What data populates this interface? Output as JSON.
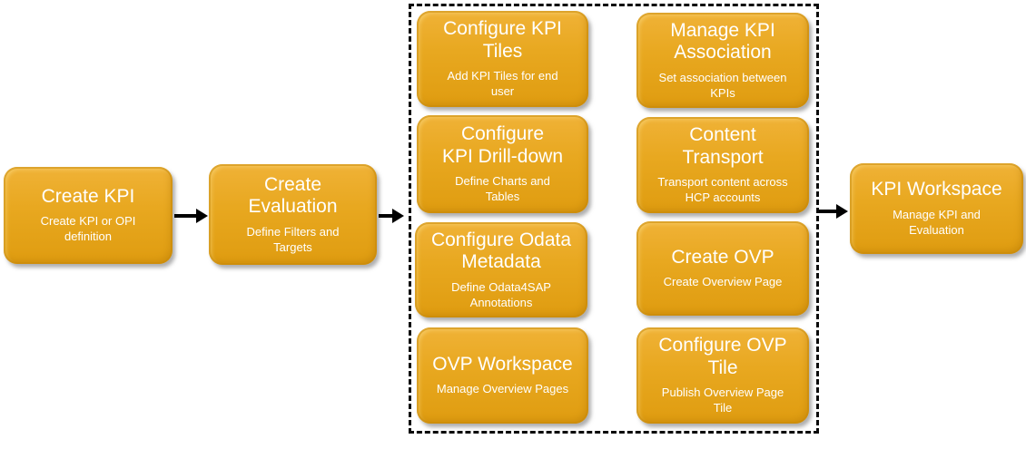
{
  "diagram": {
    "type": "flowchart",
    "background_color": "#ffffff",
    "colors": {
      "box_gradient_top": "#f0b237",
      "box_gradient_bottom": "#df9c10",
      "box_border": "#cb8b09",
      "box_text": "#ffffff",
      "arrow": "#000000",
      "group_border": "#0b0b0b"
    },
    "nodes": {
      "create_kpi": {
        "title": "Create KPI",
        "subtitle": "Create KPI or OPI\ndefinition"
      },
      "create_evaluation": {
        "title": "Create\nEvaluation",
        "subtitle": "Define Filters and\nTargets"
      },
      "configure_kpi_tiles": {
        "title": "Configure KPI\nTiles",
        "subtitle": "Add KPI Tiles for end\nuser"
      },
      "configure_kpi_drilldown": {
        "title": "Configure\nKPI Drill-down",
        "subtitle": "Define Charts and\nTables"
      },
      "configure_odata_metadata": {
        "title": "Configure Odata\nMetadata",
        "subtitle": "Define Odata4SAP\nAnnotations"
      },
      "ovp_workspace": {
        "title": "OVP Workspace",
        "subtitle": "Manage Overview Pages"
      },
      "manage_kpi_association": {
        "title": "Manage KPI\nAssociation",
        "subtitle": "Set association between\nKPIs"
      },
      "content_transport": {
        "title": "Content\nTransport",
        "subtitle": "Transport content across\nHCP accounts"
      },
      "create_ovp": {
        "title": "Create OVP",
        "subtitle": "Create Overview Page"
      },
      "configure_ovp_tile": {
        "title": "Configure OVP\nTile",
        "subtitle": "Publish Overview Page\nTile"
      },
      "kpi_workspace": {
        "title": "KPI Workspace",
        "subtitle": "Manage KPI and\nEvaluation"
      }
    },
    "arrows": [
      {
        "from": "create_kpi",
        "to": "create_evaluation"
      },
      {
        "from": "create_evaluation",
        "to": "configure_group"
      },
      {
        "from": "configure_group",
        "to": "kpi_workspace"
      }
    ]
  }
}
